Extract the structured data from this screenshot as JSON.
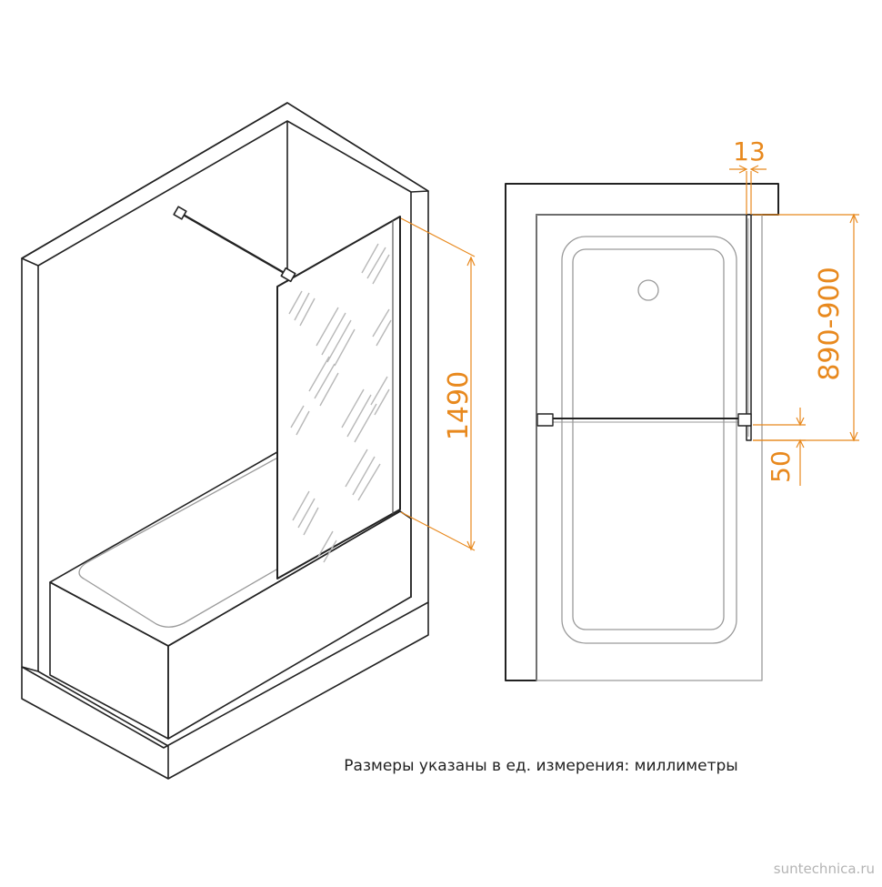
{
  "dimensions": {
    "panel_height": "1490",
    "offset_top": "13",
    "bar_length": "890-900",
    "bar_offset": "50"
  },
  "caption": "Размеры указаны в ед. измерения: миллиметры",
  "watermark": "suntechnica.ru",
  "colors": {
    "line": "#222222",
    "light_line": "#9a9a9a",
    "dimension": "#e8891e",
    "background": "#ffffff"
  }
}
